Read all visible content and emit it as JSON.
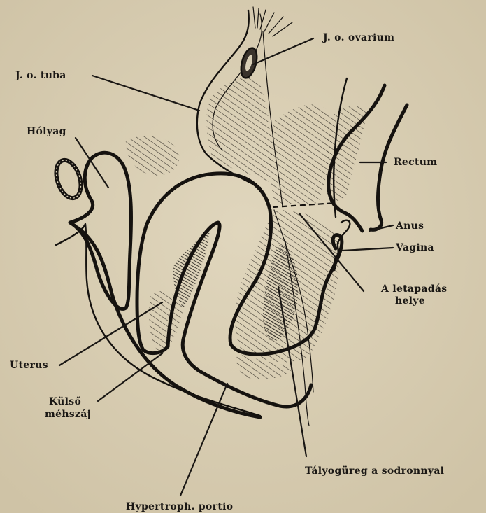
{
  "labels": {
    "ovarium": "J. o. ovarium",
    "tuba": "J. o. tuba",
    "holyag": "Hólyag",
    "rectum": "Rectum",
    "anus": "Anus",
    "vagina": "Vagina",
    "letapadas_line1": "A letapadás",
    "letapadas_line2": "helye",
    "uterus": "Uterus",
    "kulso_line1": "Külső",
    "kulso_line2": "méhszáj",
    "talyog": "Tályogüreg a sodronnyal",
    "portio": "Hypertroph. portio"
  },
  "colors": {
    "paper": "#d9cfb6",
    "ink": "#15120f"
  }
}
